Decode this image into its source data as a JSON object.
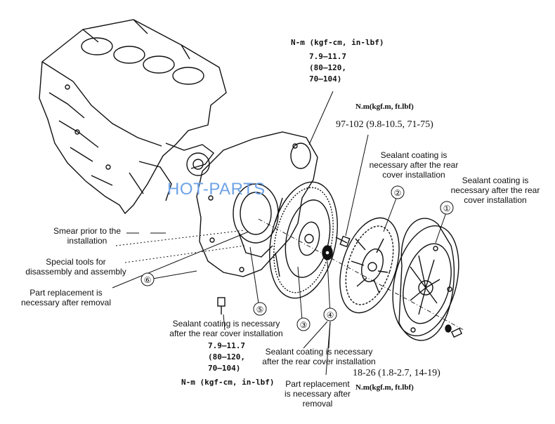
{
  "watermark": "HOT-PARTS",
  "torque_top": {
    "unit": "N-m (kgf-cm, in-lbf)",
    "line1": "7.9—11.7",
    "line2": "(80—120,",
    "line3": "70—104)"
  },
  "torque_flywheel": {
    "unit": "N.m(kgf.m, ft.lbf)",
    "value": "97-102 (9.8-10.5, 71-75)"
  },
  "torque_bottom_left": {
    "line1": "7.9—11.7",
    "line2": "(80—120,",
    "line3": "70—104)",
    "unit": "N-m (kgf-cm, in-lbf)"
  },
  "torque_bottom_right": {
    "value": "18-26 (1.8-2.7, 14-19)",
    "unit": "N.m(kgf.m, ft.lbf)"
  },
  "notes": {
    "sealant_1": "Sealant coating is necessary after the rear cover installation",
    "sealant_2": "Sealant coating is necessary after the rear cover installation",
    "smear": "Smear prior to the installation",
    "special_tools": "Special tools for disassembly and assembly",
    "part_replacement_left": "Part replacement is necessary after removal",
    "sealant_3": "Sealant coating is necessary after the rear cover installation",
    "sealant_4": "Sealant coating is necessary after the rear cover installation",
    "part_replacement_bottom": "Part replacement is necessary after removal"
  },
  "callouts": [
    "①",
    "②",
    "③",
    "④",
    "⑤",
    "⑥"
  ]
}
